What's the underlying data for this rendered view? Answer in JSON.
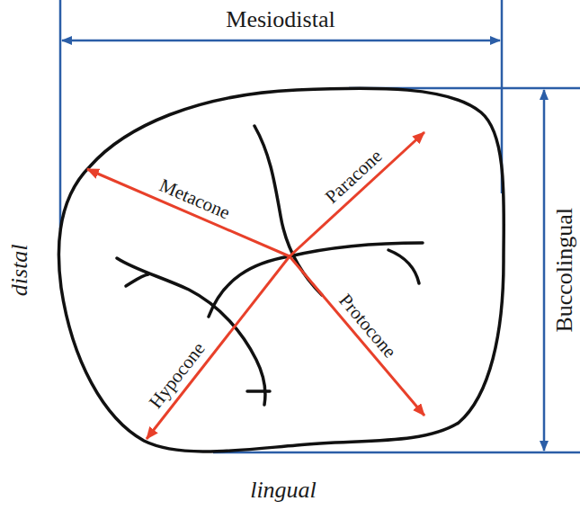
{
  "diagram": {
    "labels": [
      "Mesiodistal",
      "Metacone",
      "Paracone",
      "Buccolingual",
      "distal",
      "Protocone",
      "Hypocone",
      "lingual"
    ]
  }
}
